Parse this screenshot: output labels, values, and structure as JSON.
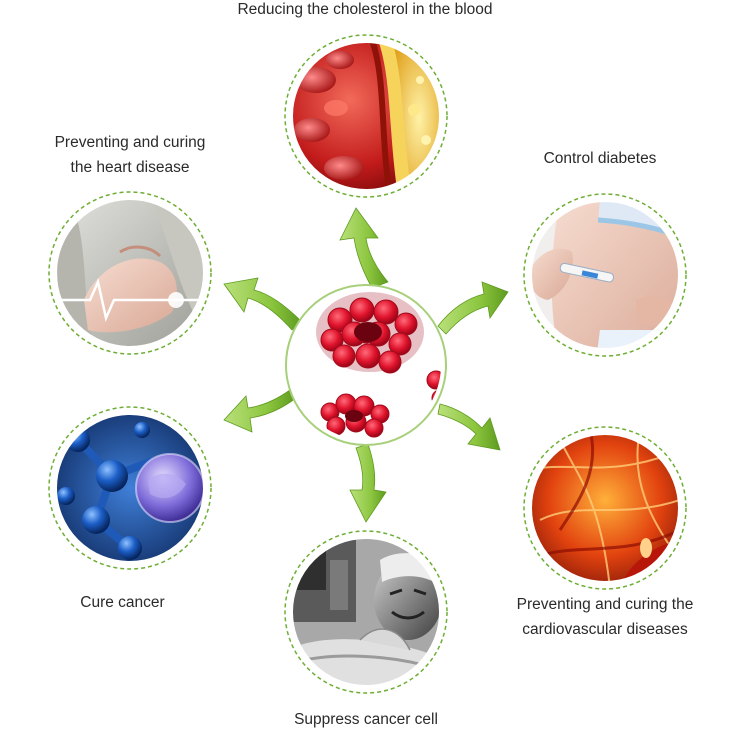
{
  "center": {
    "image": "raspberries"
  },
  "benefits": [
    {
      "id": "cholesterol",
      "lines": [
        "Reducing the cholesterol in the blood"
      ],
      "image": "artery-cholesterol-plaque"
    },
    {
      "id": "heart",
      "lines": [
        "Preventing and curing",
        "the heart disease"
      ],
      "image": "hand-on-chest-heartbeat"
    },
    {
      "id": "diabetes",
      "lines": [
        "Control diabetes"
      ],
      "image": "insulin-pen-injection"
    },
    {
      "id": "cancer",
      "lines": [
        "Cure cancer"
      ],
      "image": "blue-molecules-cell"
    },
    {
      "id": "cardiovascular",
      "lines": [
        "Preventing and curing the",
        "cardiovascular diseases"
      ],
      "image": "red-blood-vessels"
    },
    {
      "id": "cancer-cell",
      "lines": [
        "Suppress cancer cell"
      ],
      "image": "patient-in-pain"
    }
  ],
  "colors": {
    "arrow": "#8cc63f",
    "arrow_dark": "#5e9a1f",
    "ring": "#6fae35",
    "text": "#2a2a2a"
  }
}
